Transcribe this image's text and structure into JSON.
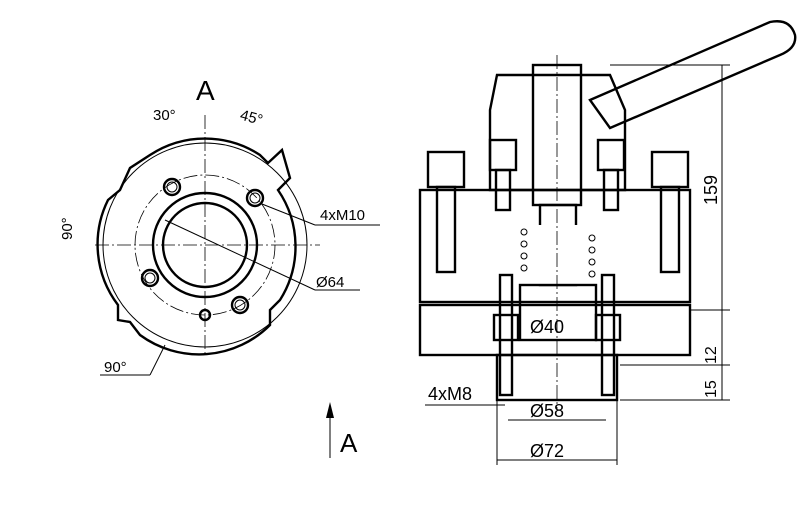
{
  "view_a": {
    "section_label": "A",
    "angle_30": "30°",
    "angle_45": "45°",
    "angle_90_left": "90°",
    "angle_90_bottom": "90°",
    "thread_label": "4xM10",
    "bolt_circle_dia": "Ø64"
  },
  "view_arrow": {
    "label": "A"
  },
  "section_view": {
    "bore_dia": "Ø40",
    "thread_label": "4xM8",
    "pilot_dia": "Ø58",
    "outer_dia": "Ø72",
    "height": "159",
    "dim_12": "12",
    "dim_15": "15"
  }
}
